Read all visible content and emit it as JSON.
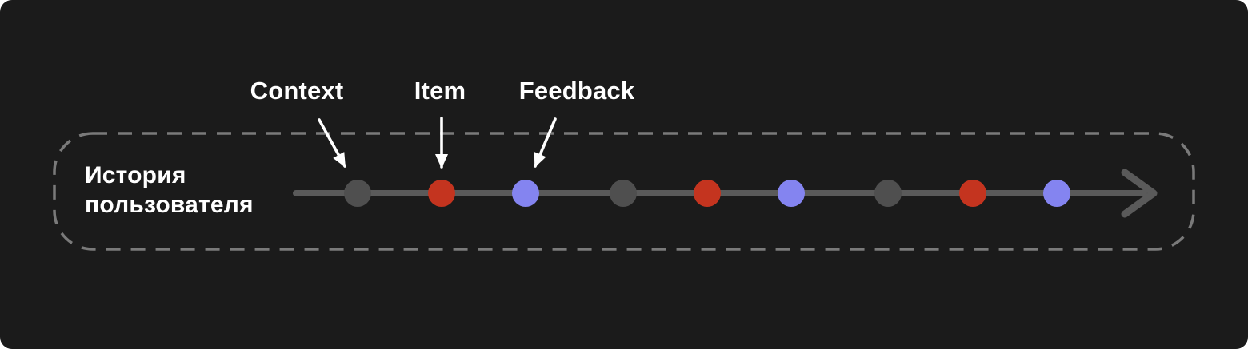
{
  "page": {
    "outer_background": "#ffffff",
    "canvas_background": "#1b1b1b"
  },
  "annotations": [
    {
      "label": "Context",
      "type": "context",
      "color": "#4f4f4f"
    },
    {
      "label": "Item",
      "type": "item",
      "color": "#c4341f"
    },
    {
      "label": "Feedback",
      "type": "feedback",
      "color": "#8484f0"
    }
  ],
  "timeline": {
    "title": "История пользователя",
    "sequence": [
      "context",
      "item",
      "feedback",
      "context",
      "item",
      "feedback",
      "context",
      "item",
      "feedback"
    ],
    "colors": {
      "context": "#4f4f4f",
      "item": "#c4341f",
      "feedback": "#8484f0"
    },
    "line_color": "#5a5a5a",
    "arrow_color": "#5a5a5a",
    "border_dash_color": "#7a7a7a",
    "label_color": "#ffffff",
    "annotation_arrow_color": "#ffffff"
  }
}
